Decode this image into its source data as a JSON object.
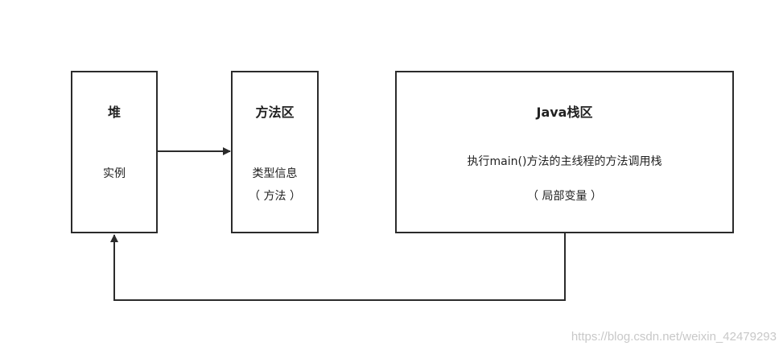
{
  "heap": {
    "title": "堆",
    "content": "实例"
  },
  "method_area": {
    "title": "方法区",
    "line1": "类型信息",
    "line2": "（ 方法 ）"
  },
  "java_stack": {
    "title": "Java栈区",
    "line1": "执行main()方法的主线程的方法调用栈",
    "line2": "（ 局部变量 ）"
  },
  "watermark": "https://blog.csdn.net/weixin_42479293",
  "colors": {
    "stroke": "#2b2b2b",
    "text": "#222222",
    "watermark": "#c8c8c8"
  }
}
